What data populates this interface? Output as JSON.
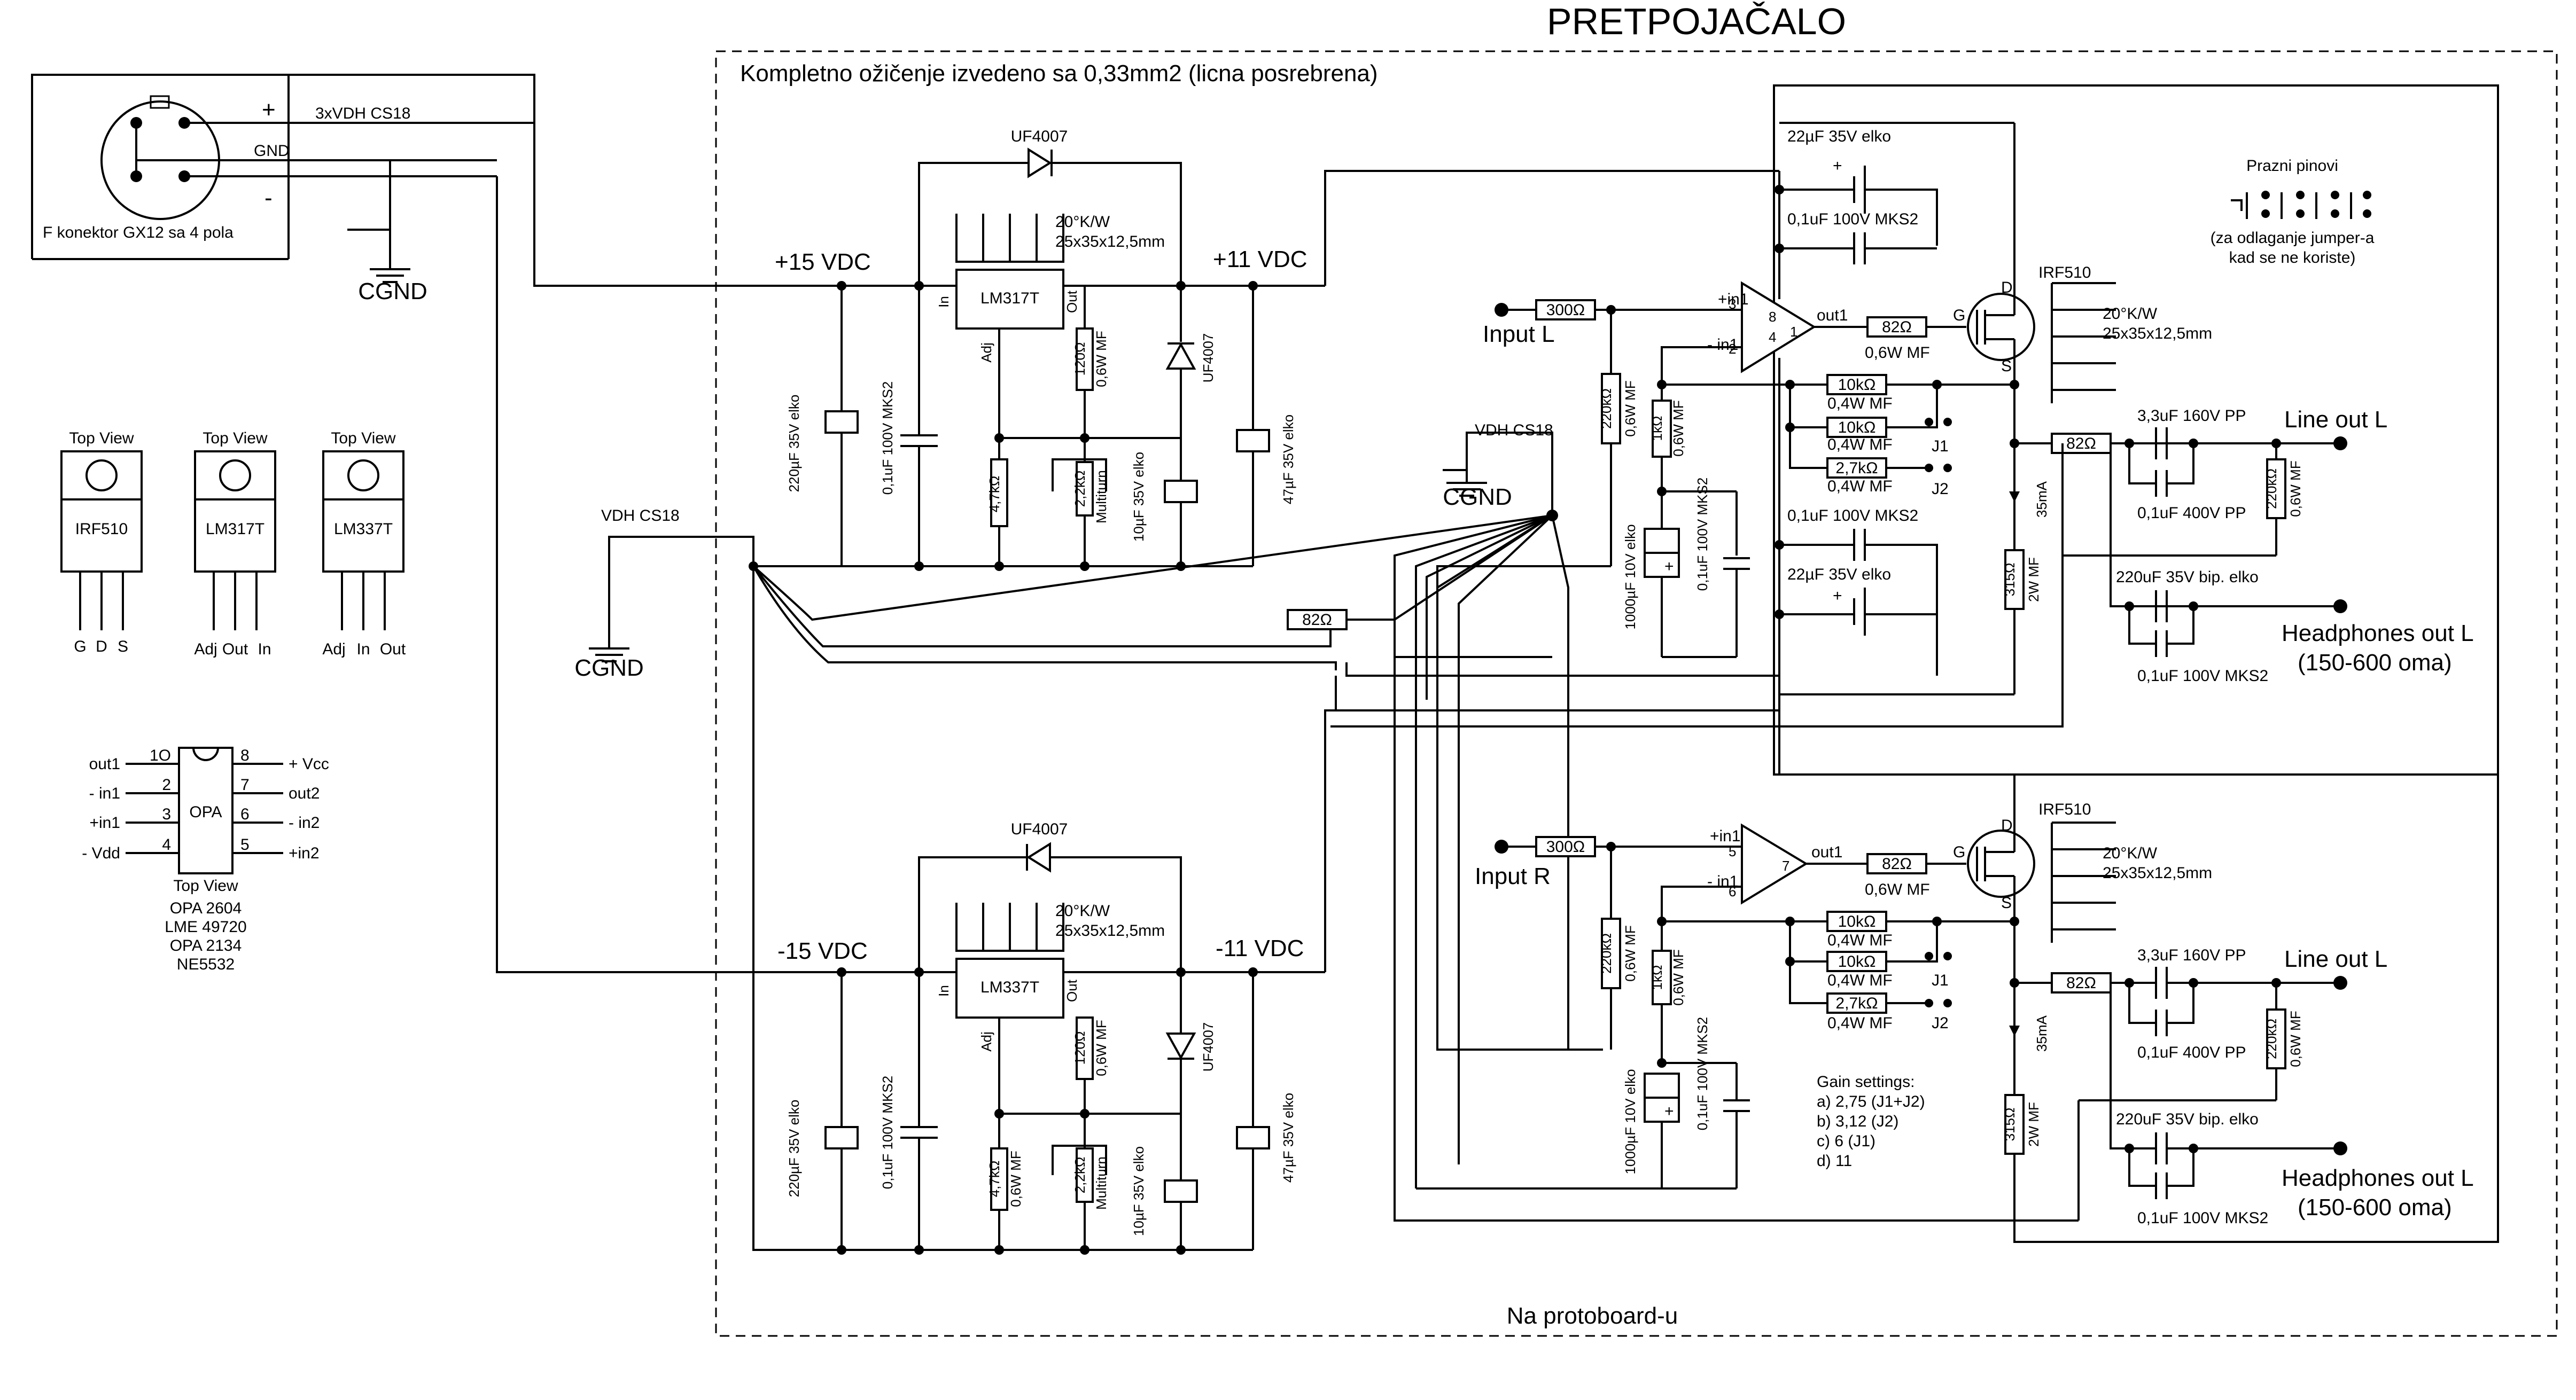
{
  "title": "PRETPOJAČALO",
  "board": {
    "note_top": "Kompletno ožičenje izvedeno sa 0,33mm2 (licna posrebrena)",
    "note_bottom": "Na protoboard-u"
  },
  "connector": {
    "label": "F konektor GX12 sa 4 pola",
    "plus": "+",
    "minus": "-",
    "gnd": "GND",
    "cable": "3xVDH CS18",
    "cgnd": "CGND"
  },
  "ground": {
    "cable": "VDH CS18",
    "cgnd": "CGND"
  },
  "packages": {
    "top_view": "Top View",
    "irf510": {
      "name": "IRF510",
      "pins": [
        "G",
        "D",
        "S"
      ]
    },
    "lm317t": {
      "name": "LM317T",
      "pins": [
        "Adj",
        "Out",
        "In"
      ]
    },
    "lm337t": {
      "name": "LM337T",
      "pins": [
        "Adj",
        "In",
        "Out"
      ]
    }
  },
  "opamp": {
    "name": "OPA",
    "pin1": "1",
    "left_pins": [
      "out1",
      "- in1",
      "+in1",
      "- Vdd"
    ],
    "left_nums": [
      "1O",
      "2",
      "3",
      "4"
    ],
    "right_pins": [
      "+ Vcc",
      "out2",
      "- in2",
      "+in2"
    ],
    "right_nums": [
      "8",
      "7",
      "6",
      "5"
    ],
    "top_view": "Top View",
    "models": [
      "OPA 2604",
      "LME 49720",
      "OPA 2134",
      "NE5532"
    ]
  },
  "psu_pos": {
    "diode_top": "UF4007",
    "heatsink": [
      "20°K/W",
      "25x35x12,5mm"
    ],
    "reg": "LM317T",
    "pin_in": "In",
    "pin_out": "Out",
    "pin_adj": "Adj",
    "vin": "+15 VDC",
    "vout": "+11 VDC",
    "c_in": "220µF 35V elko",
    "c_mks": "0,1uF 100V MKS2",
    "r_adj": "4,7kΩ",
    "r_set": "120Ω",
    "r_set_type": "0,6W MF",
    "trim": "2,2kΩ",
    "trim_type": "Multiturn",
    "c_adj": "10µF 35V elko",
    "diode_side": "UF4007",
    "c_out": "47µF 35V elko"
  },
  "psu_neg": {
    "diode_top": "UF4007",
    "heatsink": [
      "20°K/W",
      "25x35x12,5mm"
    ],
    "reg": "LM337T",
    "pin_in": "In",
    "pin_out": "Out",
    "pin_adj": "Adj",
    "vin": "-15 VDC",
    "vout": "-11 VDC",
    "c_in": "220µF 35V elko",
    "c_mks": "0,1uF 100V MKS2",
    "r_adj": "4,7kΩ",
    "r_adj_type": "0,6W MF",
    "r_set": "120Ω",
    "r_set_type": "0,6W MF",
    "trim": "2,2kΩ",
    "trim_type": "Multiturn",
    "c_adj": "10µF 35V elko",
    "diode_side": "UF4007",
    "c_out": "47µF 35V elko"
  },
  "star": {
    "cable": "VDH CS18",
    "cgnd": "CGND",
    "r_link": "82Ω"
  },
  "left_ch": {
    "c_bypass_top": "22µF 35V elko",
    "c_mks_top": "0,1uF 100V MKS2",
    "input": "Input L",
    "r_in": "300Ω",
    "pin_p": "+in1",
    "pin_n": "- in1",
    "out": "out1",
    "nums": [
      "3",
      "8",
      "4",
      "1",
      "2"
    ],
    "r_gate": "82Ω",
    "r_gate_type": "0,6W MF",
    "mosfet": "IRF510",
    "g": "G",
    "d": "D",
    "s": "S",
    "heatsink": [
      "20°K/W",
      "25x35x12,5mm"
    ],
    "r_bias": "220kΩ",
    "r_bias_type": "0,6W MF",
    "r_fb": "1kΩ",
    "r_fb_type": "0,6W MF",
    "r10a": "10kΩ",
    "r10a_type": "0,4W MF",
    "r10b": "10kΩ",
    "r10b_type": "0,4W MF",
    "r27": "2,7kΩ",
    "r27_type": "0,4W MF",
    "j1": "J1",
    "j2": "J2",
    "c_fb": "1000µF 10V elko",
    "c_fb_mks": "0,1uF 100V MKS2",
    "c_mks_bot": "0,1uF 100V MKS2",
    "c_bypass_bot": "22µF 35V elko",
    "r_src": "315Ω",
    "r_src_type": "2W MF",
    "current": "35mA",
    "c_line_a": "3,3uF 160V PP",
    "c_line_b": "0,1uF 400V PP",
    "r_line": "82Ω",
    "r_load": "220kΩ",
    "r_load_type": "0,6W MF",
    "line_out": "Line out L",
    "c_hp_a": "220uF 35V bip. elko",
    "c_hp_b": "0,1uF 100V MKS2",
    "hp_out": "Headphones out L",
    "hp_imp": "(150-600 oma)"
  },
  "right_ch": {
    "input": "Input R",
    "r_in": "300Ω",
    "pin_p": "+in1",
    "pin_n": "- in1",
    "out": "out1",
    "nums": [
      "5",
      "7",
      "6"
    ],
    "r_gate": "82Ω",
    "r_gate_type": "0,6W MF",
    "mosfet": "IRF510",
    "g": "G",
    "d": "D",
    "s": "S",
    "heatsink": [
      "20°K/W",
      "25x35x12,5mm"
    ],
    "r_bias": "220kΩ",
    "r_bias_type": "0,6W MF",
    "r_fb": "1kΩ",
    "r_fb_type": "0,6W MF",
    "r10a": "10kΩ",
    "r10a_type": "0,4W MF",
    "r10b": "10kΩ",
    "r10b_type": "0,4W MF",
    "r27": "2,7kΩ",
    "r27_type": "0,4W MF",
    "j1": "J1",
    "j2": "J2",
    "c_fb": "1000µF 10V elko",
    "c_fb_mks": "0,1uF 100V MKS2",
    "r_src": "315Ω",
    "r_src_type": "2W MF",
    "current": "35mA",
    "c_line_a": "3,3uF 160V PP",
    "c_line_b": "0,1uF 400V PP",
    "r_line": "82Ω",
    "r_load": "220kΩ",
    "r_load_type": "0,6W MF",
    "line_out": "Line out L",
    "c_hp_a": "220uF 35V bip. elko",
    "c_hp_b": "0,1uF 100V MKS2",
    "hp_out": "Headphones out L",
    "hp_imp": "(150-600 oma)"
  },
  "gain": {
    "title": "Gain settings:",
    "rows": [
      "a) 2,75  (J1+J2)",
      "b) 3,12  (J2)",
      "c) 6  (J1)",
      "d) 11"
    ]
  },
  "spare": {
    "title": "Prazni pinovi",
    "note1": "(za odlaganje jumper-a",
    "note2": "kad se ne koriste)"
  }
}
